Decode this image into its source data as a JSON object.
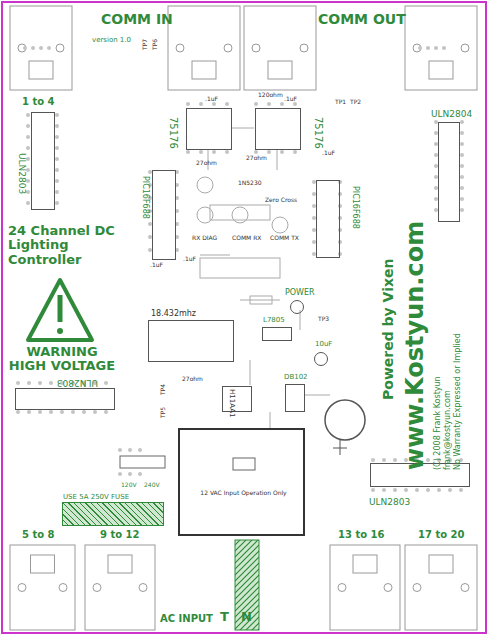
{
  "diagram": {
    "nodes": [
      {
        "text": [
          "ULN2803"
        ]
      },
      {
        "text": [
          "75176"
        ]
      },
      {
        "text": [
          "75176"
        ]
      },
      {
        "text": [
          "ULN2804"
        ]
      },
      {
        "text": [
          "PIC16F688"
        ]
      },
      {
        "text": [
          "PIC16F688"
        ]
      },
      {
        "text": [
          "18.432mhz"
        ]
      },
      {
        "text": [
          "L7805"
        ]
      },
      {
        "text": [
          "ULN2803"
        ]
      },
      {
        "text": [
          "H11AA1"
        ]
      },
      {
        "text": [
          "DB102"
        ]
      },
      {
        "text": [
          "12 VAC Input Operation Only"
        ]
      },
      {
        "text": [
          "ULN2803"
        ]
      },
      {
        "text": [
          "USE 5A 250V FUSE"
        ]
      },
      {
        "text": [
          "POWER"
        ]
      },
      {
        "text": [
          "10uF"
        ]
      }
    ],
    "labels": [
      "COMM IN",
      "COMM OUT",
      "version 1.0",
      "1 to 4",
      "24 Channel DC Lighting Controller",
      "WARNING HIGH VOLTAGE",
      "Powered by Vixen",
      "www.Kostyun.com",
      "(C) 2008 Frank Kostyun",
      "frank@kostyun.com",
      "No Warranty Expressed or Implied",
      "5 to 8",
      "9 to 12",
      "13 to 16",
      "17 to 20",
      "AC INPUT",
      "T",
      "N",
      "120V",
      "240V",
      ".1uF",
      "120ohm",
      ".1uF",
      ".1uF",
      "27ohm",
      "27ohm",
      "1N5230",
      "Zero Cross",
      "RX DIAG",
      "COMM RX",
      "COMM TX",
      ".1uF",
      ".1uF",
      "TP1",
      "TP2",
      "TP3",
      "TP4",
      "TP5",
      "27ohm",
      "TP7",
      "TP6"
    ]
  }
}
